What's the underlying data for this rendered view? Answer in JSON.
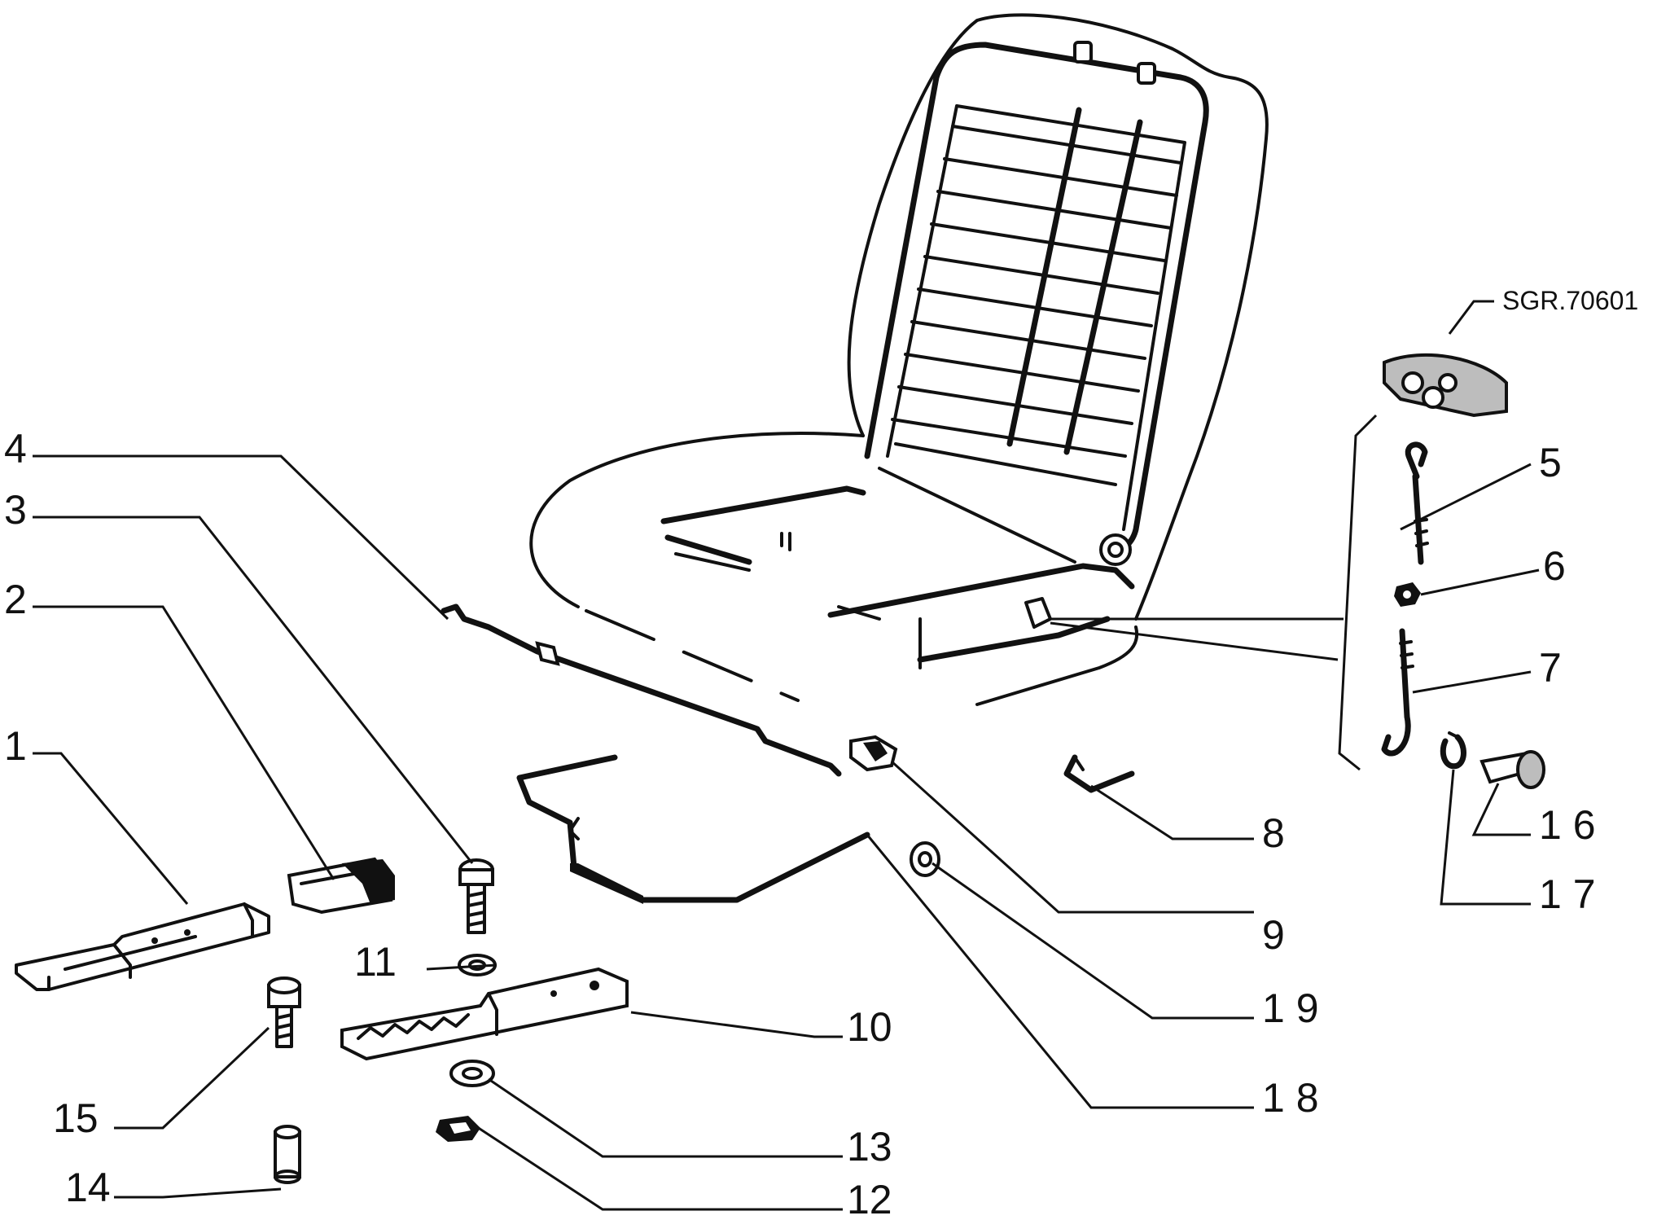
{
  "reference_code": "SGR.70601",
  "callouts": {
    "c1": "1",
    "c2": "2",
    "c3": "3",
    "c4": "4",
    "c5": "5",
    "c6": "6",
    "c7": "7",
    "c8": "8",
    "c9": "9",
    "c10": "10",
    "c11": "11",
    "c12": "12",
    "c13": "13",
    "c14": "14",
    "c15": "15",
    "c16": "1 6",
    "c17": "1 7",
    "c18": "1 8",
    "c19": "1 9"
  }
}
